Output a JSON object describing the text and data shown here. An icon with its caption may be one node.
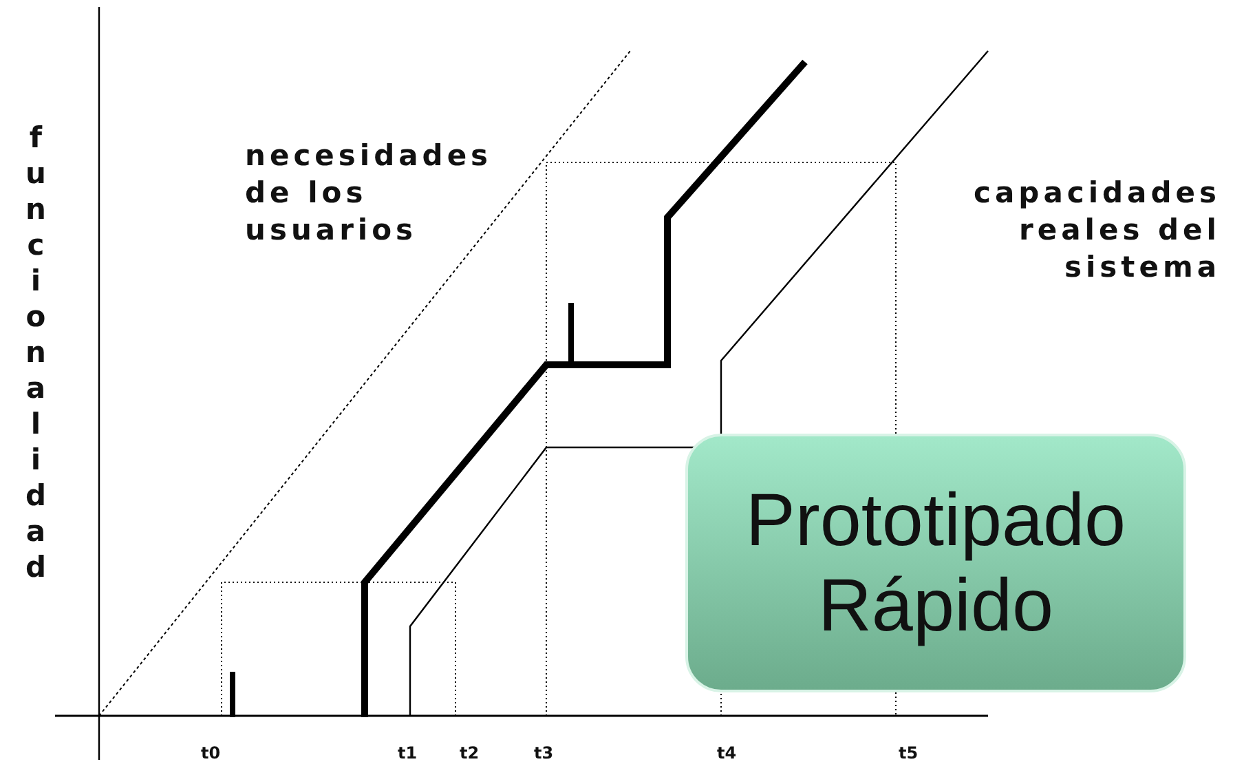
{
  "diagram": {
    "nodes": [
      {
        "text": [
          "Prototipado Rápido"
        ]
      }
    ],
    "edges": [],
    "labels": [
      "funcionalidad",
      "necesidades de los usuarios",
      "capacidades reales del sistema",
      "t0",
      "t1",
      "t2",
      "t3",
      "t4",
      "t5"
    ]
  }
}
